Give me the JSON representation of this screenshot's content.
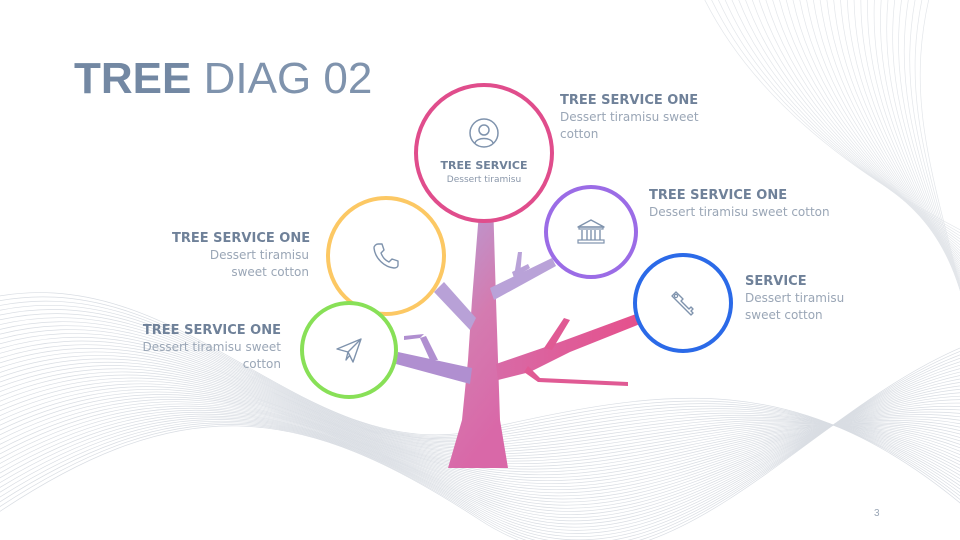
{
  "title": {
    "bold": "TREE",
    "rest": "DIAG 02"
  },
  "center_node": {
    "heading": "TREE SERVICE",
    "desc": "Dessert tiramisu",
    "icon": "user-icon",
    "color": "#e04d8c"
  },
  "nodes": [
    {
      "id": "phone",
      "icon": "phone-icon",
      "color": "#fcc864",
      "heading": "TREE SERVICE ONE",
      "desc": "Dessert tiramisu sweet cotton"
    },
    {
      "id": "send",
      "icon": "paper-plane-icon",
      "color": "#88e057",
      "heading": "TREE SERVICE ONE",
      "desc": "Dessert tiramisu sweet cotton"
    },
    {
      "id": "bank",
      "icon": "bank-icon",
      "color": "#9b6ce6",
      "heading": "TREE SERVICE ONE",
      "desc": "Dessert tiramisu sweet cotton"
    },
    {
      "id": "key",
      "icon": "key-icon",
      "color": "#2b6ae8",
      "heading": "SERVICE",
      "desc": "Dessert tiramisu sweet cotton"
    }
  ],
  "top_label": {
    "heading": "TREE SERVICE ONE",
    "desc": "Dessert tiramisu sweet cotton"
  },
  "page_number": "3",
  "colors": {
    "trunk_top": "#b79ad6",
    "trunk_bottom": "#e0629b",
    "text_heading": "#6f8199",
    "text_desc": "#9aa6b6"
  }
}
